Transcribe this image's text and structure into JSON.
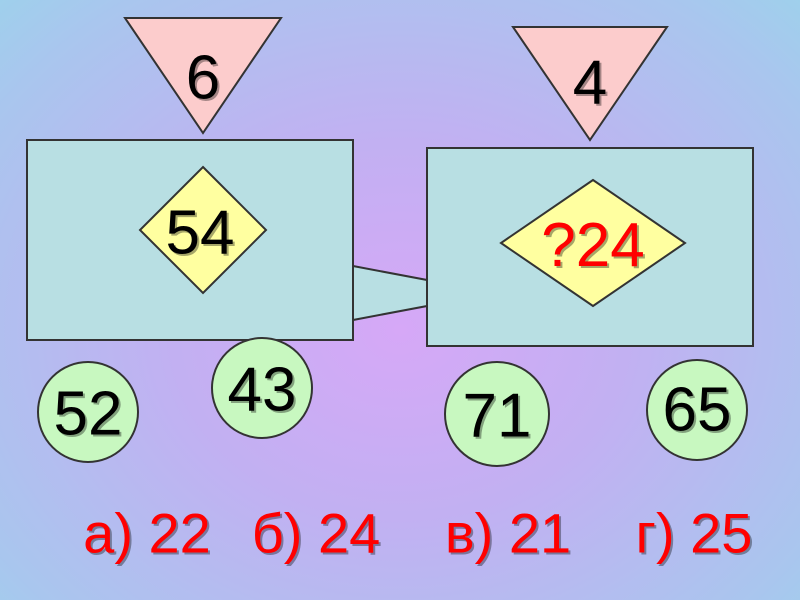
{
  "left_wagon": {
    "top": "6",
    "center": "54",
    "wheels": [
      "52",
      "43"
    ]
  },
  "right_wagon": {
    "top": "4",
    "center_answer": "24",
    "center_unknown": "?",
    "wheels": [
      "71",
      "65"
    ]
  },
  "answers": [
    "а) 22",
    "б) 24",
    "в) 21",
    "г) 25"
  ],
  "colors": {
    "triangle": "#fccccc",
    "box": "#b8dfe3",
    "diamond": "#ffffa0",
    "wheel": "#c8f8c0",
    "answer": "#ff0000"
  }
}
